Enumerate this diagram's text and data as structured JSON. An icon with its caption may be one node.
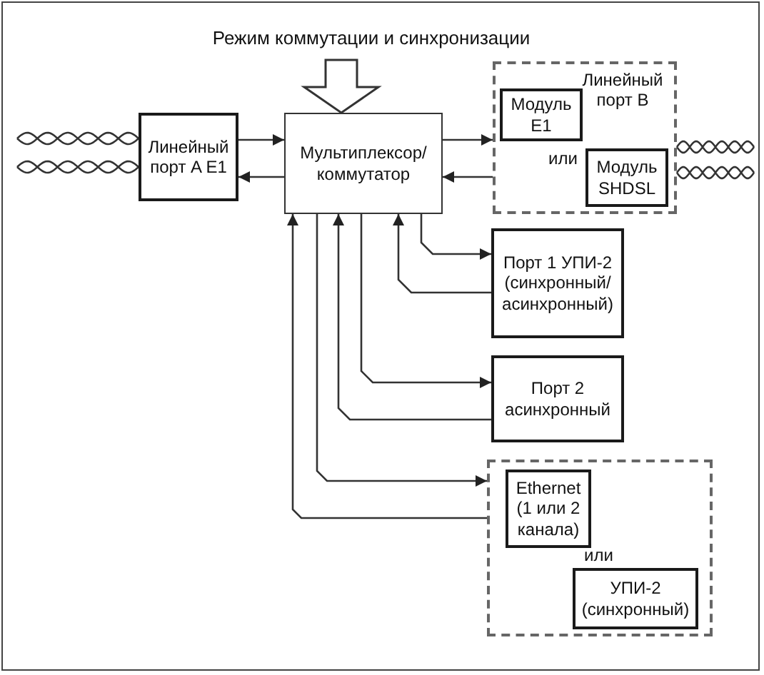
{
  "diagram": {
    "nodes": [
      {
        "text": [
          "Режим коммутации и синхронизации"
        ]
      },
      {
        "text": [
          "Линейный порт A E1"
        ]
      },
      {
        "text": [
          "Мультиплексор/ коммутатор"
        ]
      },
      {
        "text": [
          "Линейный порт В"
        ]
      },
      {
        "text": [
          "Модуль E1"
        ],
        "in": 3
      },
      {
        "text": [
          "Модуль SHDSL"
        ],
        "in": 3
      },
      {
        "text": [
          "Порт 1 УПИ-2 (синхронный/ асинхронный)"
        ]
      },
      {
        "text": [
          "Порт 2 асинхронный"
        ]
      },
      {
        "text": [],
        "shape": "box"
      },
      {
        "text": [
          "Ethernet (1 или 2 канала)"
        ],
        "in": 8
      },
      {
        "text": [
          "УПИ-2 (синхронный)"
        ],
        "in": 8
      }
    ],
    "edges": [
      {
        "from": 0,
        "to": 2,
        "arrow": "to",
        "style": "thick"
      },
      {
        "from": null,
        "to": 1,
        "arrow": "none"
      },
      {
        "from": null,
        "to": 1,
        "arrow": "none"
      },
      {
        "from": 1,
        "to": 2,
        "arrow": "to"
      },
      {
        "from": 2,
        "to": 1,
        "arrow": "to"
      },
      {
        "from": 2,
        "to": 3,
        "arrow": "to"
      },
      {
        "from": 3,
        "to": 2,
        "arrow": "to"
      },
      {
        "from": 3,
        "to": null,
        "arrow": "none"
      },
      {
        "from": 3,
        "to": null,
        "arrow": "none"
      },
      {
        "from": 2,
        "to": 6,
        "arrow": "to"
      },
      {
        "from": 6,
        "to": 2,
        "arrow": "to"
      },
      {
        "from": 2,
        "to": 7,
        "arrow": "to"
      },
      {
        "from": 7,
        "to": 2,
        "arrow": "to"
      },
      {
        "from": 2,
        "to": 8,
        "arrow": "to"
      },
      {
        "from": 8,
        "to": 2,
        "arrow": "to"
      }
    ],
    "labels": [
      "или",
      "или"
    ]
  }
}
